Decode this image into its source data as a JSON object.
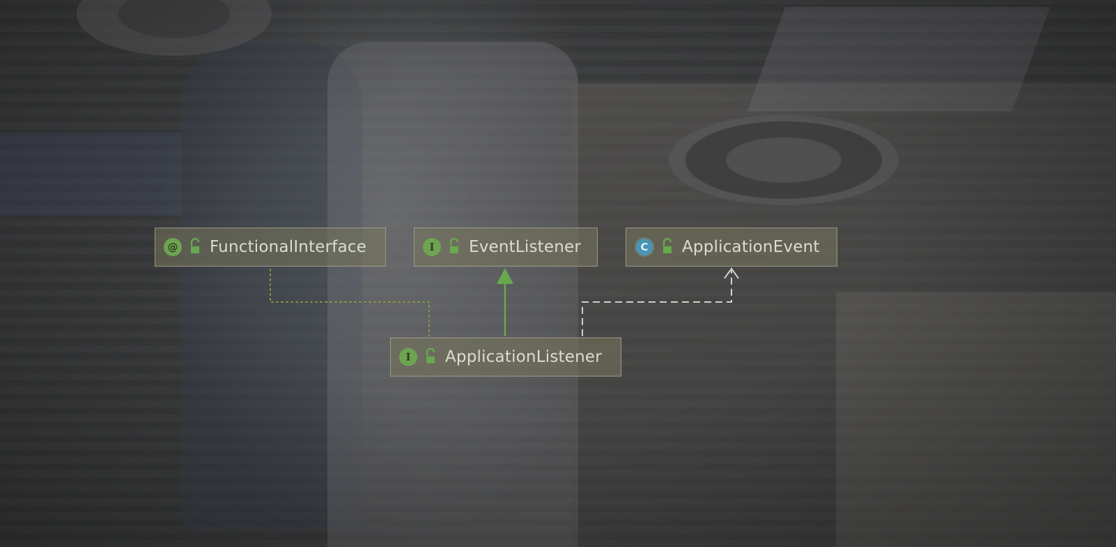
{
  "diagram": {
    "nodes": {
      "functional_interface": {
        "label": "FunctionalInterface",
        "kind_glyph": "@",
        "kind": "annotation",
        "visibility_icon": "unlocked-icon"
      },
      "event_listener": {
        "label": "EventListener",
        "kind_glyph": "I",
        "kind": "interface",
        "visibility_icon": "unlocked-icon"
      },
      "application_event": {
        "label": "ApplicationEvent",
        "kind_glyph": "C",
        "kind": "class",
        "visibility_icon": "unlocked-icon"
      },
      "application_listener": {
        "label": "ApplicationListener",
        "kind_glyph": "I",
        "kind": "interface",
        "visibility_icon": "unlocked-icon"
      }
    },
    "edges": [
      {
        "from": "application_listener",
        "to": "functional_interface",
        "style": "dotted",
        "color": "#8a9a3c"
      },
      {
        "from": "application_listener",
        "to": "event_listener",
        "style": "solid-triangle",
        "color": "#6aa84f"
      },
      {
        "from": "application_listener",
        "to": "application_event",
        "style": "dashed-open-arrow",
        "color": "#d0d0d0"
      }
    ],
    "colors": {
      "interface_badge": "#6ea451",
      "class_badge": "#4b94b3",
      "node_fill": "#78765c",
      "node_border": "#afac96"
    }
  }
}
